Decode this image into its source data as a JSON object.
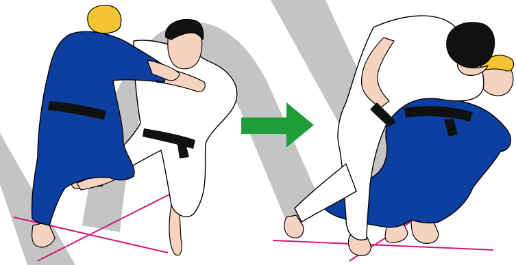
{
  "colors": {
    "background": "#ffffff",
    "arc": "#c4c4c4",
    "blue_gi": "#0d3fa0",
    "white_gi": "#ffffff",
    "belt": "#111111",
    "skin": "#f6d2c0",
    "blond_hair": "#f4c531",
    "black_hair": "#111111",
    "mat_line": "#d4147d",
    "arrow": "#1e9e3a",
    "outline": "#000000"
  },
  "scenes": [
    {
      "name": "before",
      "attacker": "blue-judoka",
      "defender": "white-judoka"
    },
    {
      "name": "after",
      "attacker": "blue-judoka",
      "defender": "white-judoka"
    }
  ],
  "arrow": {
    "direction": "right",
    "icon": "right-arrow-icon"
  }
}
